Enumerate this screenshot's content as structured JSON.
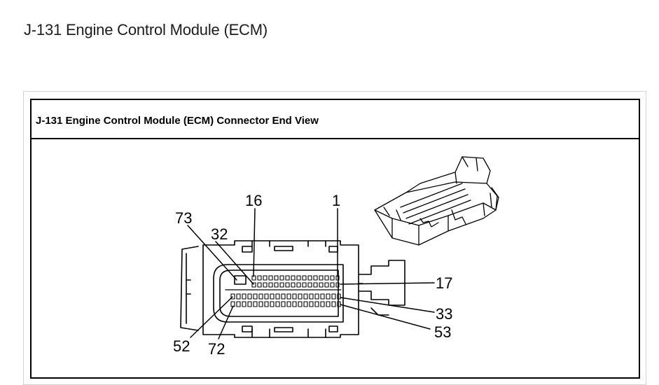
{
  "page": {
    "title": "J-131 Engine Control Module (ECM)"
  },
  "table": {
    "header": "J-131 Engine Control Module (ECM) Connector End View"
  },
  "diagram": {
    "pin_labels": [
      "73",
      "32",
      "16",
      "1",
      "17",
      "33",
      "53",
      "52",
      "72"
    ],
    "colors": {
      "line": "#000000",
      "background": "#ffffff",
      "frame_border": "#d5d5d5"
    }
  }
}
